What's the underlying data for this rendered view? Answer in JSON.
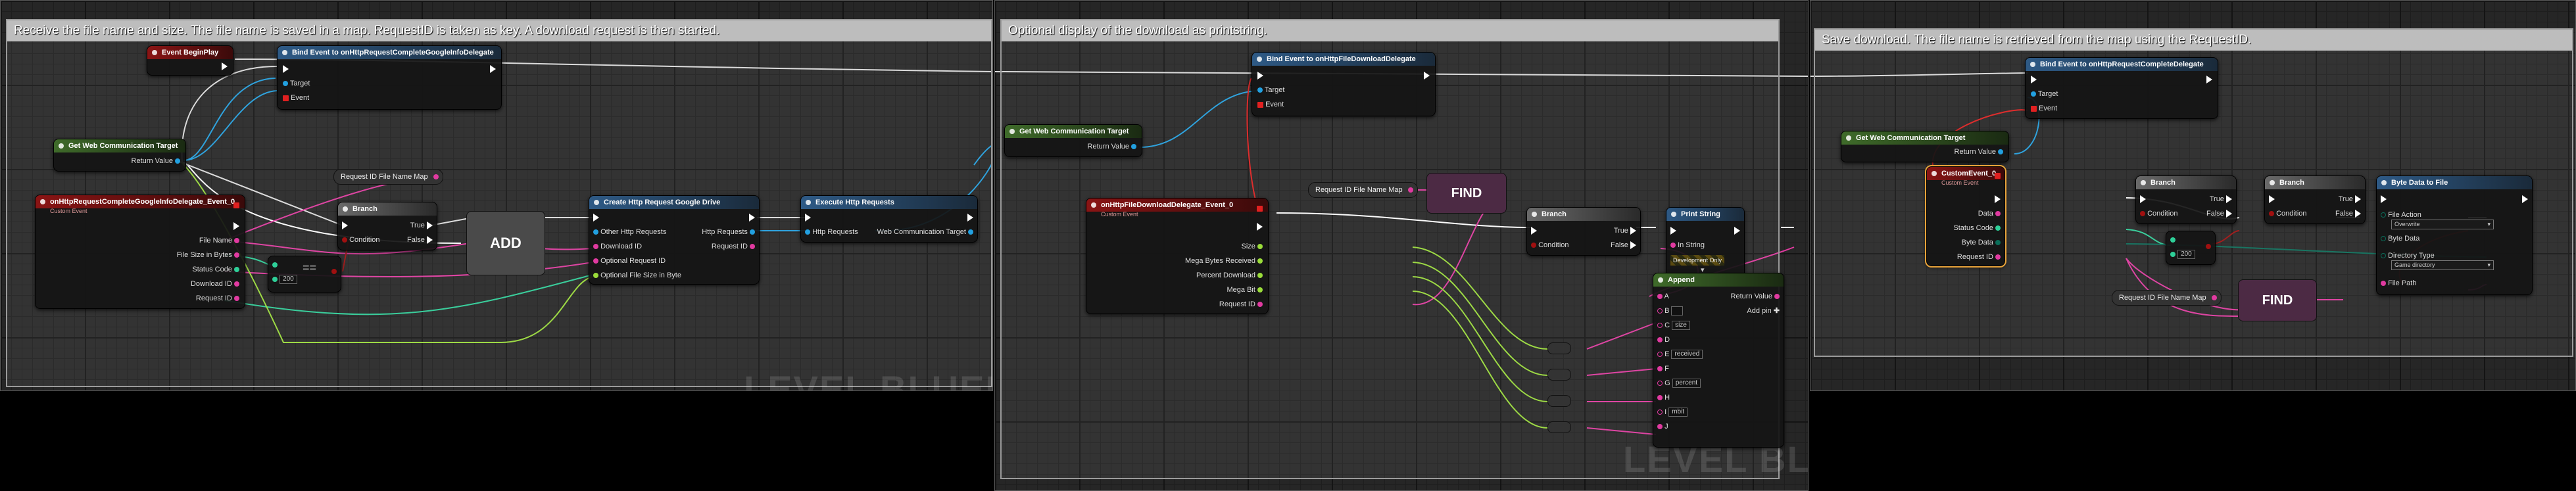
{
  "panels": [
    {
      "comment": "Receive the file name and size. The file name is saved in a map. RequestID is taken as key. A download request is then started.",
      "watermark": "LEVEL BLUEPR",
      "nodes": {
        "begin_play": "Event BeginPlay",
        "bind_google": {
          "title": "Bind Event to onHttpRequestCompleteGoogleInfoDelegate",
          "target": "Target",
          "event": "Event"
        },
        "get_web_target": {
          "title": "Get Web Communication Target",
          "return": "Return Value"
        },
        "custom_event": {
          "title": "onHttpRequestCompleteGoogleInfoDelegate_Event_0",
          "sub": "Custom Event",
          "pins": [
            "File Name",
            "File Size in Bytes",
            "Status Code",
            "Download ID",
            "Request ID"
          ]
        },
        "map_var": "Request ID File Name Map",
        "branch": {
          "title": "Branch",
          "condition": "Condition",
          "true": "True",
          "false": "False"
        },
        "eq_value": "200",
        "add_label": "ADD",
        "create_request": {
          "title": "Create Http Request Google Drive",
          "pins_in": [
            "Other Http Requests",
            "Download ID",
            "Optional Request ID",
            "Optional File Size in Byte"
          ],
          "pins_out": [
            "Http Requests",
            "Request ID"
          ]
        },
        "execute": {
          "title": "Execute Http Requests",
          "http": "Http Requests",
          "target": "Web Communication Target"
        }
      }
    },
    {
      "comment": "Optional display of the download as printstring.",
      "watermark": "LEVEL BLUEPR",
      "nodes": {
        "bind_download": {
          "title": "Bind Event to onHttpFileDownloadDelegate",
          "target": "Target",
          "event": "Event"
        },
        "get_web_target": {
          "title": "Get Web Communication Target",
          "return": "Return Value"
        },
        "custom_event": {
          "title": "onHttpFileDownloadDelegate_Event_0",
          "sub": "Custom Event",
          "pins": [
            "Size",
            "Mega Bytes Received",
            "Percent Download",
            "Mega Bit",
            "Request ID"
          ]
        },
        "map_var": "Request ID File Name Map",
        "find_label": "FIND",
        "branch": {
          "title": "Branch",
          "condition": "Condition",
          "true": "True",
          "false": "False"
        },
        "print": {
          "title": "Print String",
          "in": "In String",
          "default": "Development Only"
        },
        "append": {
          "title": "Append",
          "return": "Return Value",
          "add_pin": "Add pin",
          "pins": [
            "A",
            "B",
            "C",
            "D",
            "E",
            "F",
            "G",
            "H",
            "I",
            "J"
          ],
          "values": {
            "B": "",
            "C": "size",
            "E": "received",
            "G": "percent",
            "I": "mbit"
          }
        }
      }
    },
    {
      "comment": "Save download. The file name is retrieved from the map using the RequestID.",
      "nodes": {
        "bind_complete": {
          "title": "Bind Event to onHttpRequestCompleteDelegate",
          "target": "Target",
          "event": "Event"
        },
        "get_web_target": {
          "title": "Get Web Communication Target",
          "return": "Return Value"
        },
        "custom_event": {
          "title": "CustomEvent_0",
          "sub": "Custom Event",
          "pins": [
            "Data",
            "Status Code",
            "Byte Data",
            "Request ID"
          ]
        },
        "eq_value": "200",
        "branch1": {
          "title": "Branch",
          "condition": "Condition",
          "true": "True",
          "false": "False"
        },
        "branch2": {
          "title": "Branch",
          "condition": "Condition",
          "true": "True",
          "false": "False"
        },
        "map_var": "Request ID File Name Map",
        "find_label": "FIND",
        "byte_to_file": {
          "title": "Byte Data to File",
          "file_action": "File Action",
          "file_action_val": "Overwrite",
          "byte_data": "Byte Data",
          "dir_type": "Directory Type",
          "dir_type_val": "Game directory",
          "file_path": "File Path"
        }
      }
    }
  ],
  "colors": {
    "exec": "#ffffff",
    "object": "#22a0e0",
    "string": "#e03aa0",
    "int": "#2ecf98",
    "bool": "#a01010",
    "float": "#9adc3a",
    "byte": "#0a6e5a",
    "delegate": "#e02020",
    "comment_bar": "#bdbdbd"
  }
}
